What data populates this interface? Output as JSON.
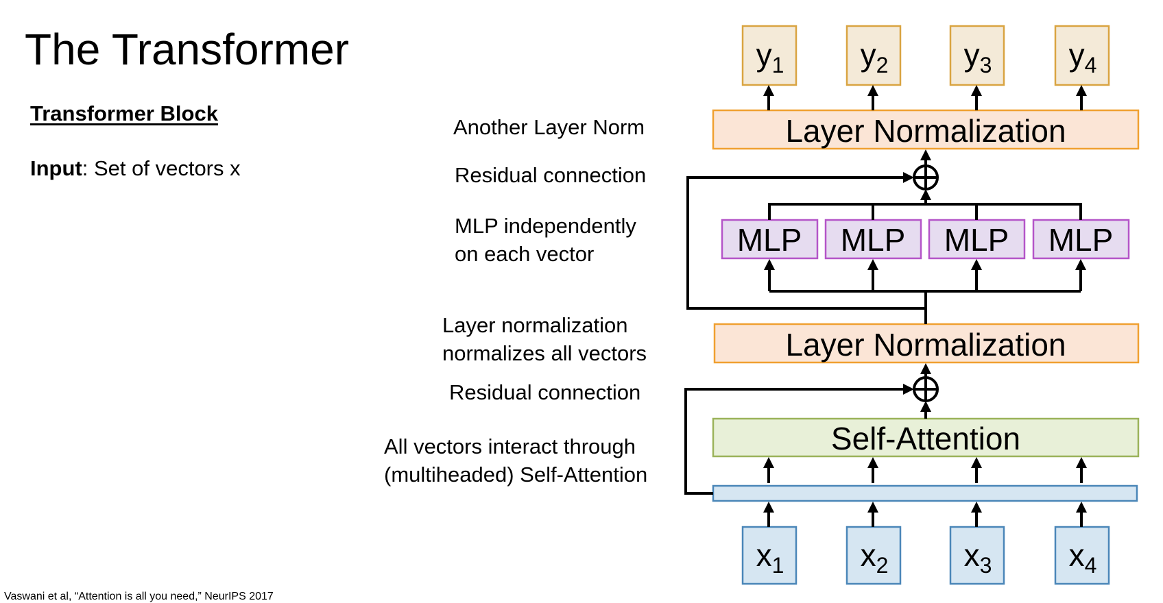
{
  "slide": {
    "title": "The Transformer",
    "subtitle": "Transformer Block",
    "input_label": "Input",
    "input_text": ": Set of vectors x",
    "citation": "Vaswani et al, “Attention is all you need,” NeurIPS 2017"
  },
  "annotations": {
    "another_layer_norm": "Another Layer Norm",
    "residual_top": "Residual connection",
    "mlp_line1": "MLP independently",
    "mlp_line2": "on each vector",
    "layernorm_line1": "Layer normalization",
    "layernorm_line2": "normalizes all vectors",
    "residual_bottom": "Residual connection",
    "attn_line1": "All vectors interact through",
    "attn_line2": "(multiheaded) Self-Attention"
  },
  "diagram": {
    "outputs": [
      {
        "base": "y",
        "sub": "1"
      },
      {
        "base": "y",
        "sub": "2"
      },
      {
        "base": "y",
        "sub": "3"
      },
      {
        "base": "y",
        "sub": "4"
      }
    ],
    "inputs": [
      {
        "base": "x",
        "sub": "1"
      },
      {
        "base": "x",
        "sub": "2"
      },
      {
        "base": "x",
        "sub": "3"
      },
      {
        "base": "x",
        "sub": "4"
      }
    ],
    "mlp_label": "MLP",
    "layer_norm_top_label": "Layer Normalization",
    "layer_norm_mid_label": "Layer Normalization",
    "self_attention_label": "Self-Attention",
    "colors": {
      "output_fill": "#f4ead8",
      "output_stroke": "#d9a441",
      "layernorm_fill": "#fbe5d6",
      "layernorm_stroke": "#f0a030",
      "mlp_fill": "#e6dcf0",
      "mlp_stroke": "#b455c8",
      "attn_fill": "#e8f0d8",
      "attn_stroke": "#9bb35a",
      "input_fill": "#d6e6f2",
      "input_stroke": "#4a86b8"
    }
  }
}
